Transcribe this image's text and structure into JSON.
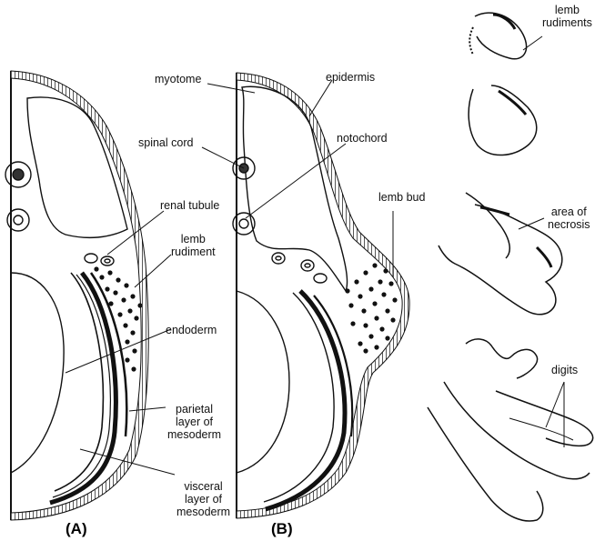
{
  "labels": {
    "myotome": "myotome",
    "epidermis": "epidermis",
    "spinal_cord": "spinal cord",
    "notochord": "notochord",
    "renal_tubule": "renal tubule",
    "lemb_rudiment": [
      "lemb",
      "rudiment"
    ],
    "lemb_bud": "lemb bud",
    "endoderm": "endoderm",
    "parietal": [
      "parietal",
      "layer of",
      "mesoderm"
    ],
    "visceral": [
      "visceral",
      "layer of",
      "mesoderm"
    ],
    "lemb_rudiments": [
      "lemb",
      "rudiments"
    ],
    "area_of_necrosis": [
      "area of",
      "necrosis"
    ],
    "digits": "digits"
  },
  "panels": {
    "a": "(A)",
    "b": "(B)"
  },
  "colors": {
    "ink": "#111111",
    "paper": "#ffffff"
  }
}
